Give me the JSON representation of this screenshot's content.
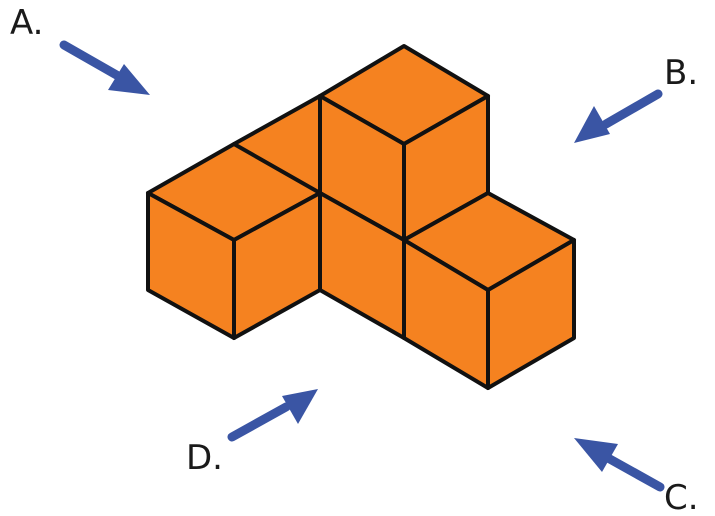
{
  "figure": {
    "cube_color": "#F58220",
    "edge_color": "#111111",
    "arrow_color": "#3A55A4"
  },
  "views": {
    "a": "A.",
    "b": "B.",
    "c": "C.",
    "d": "D."
  }
}
